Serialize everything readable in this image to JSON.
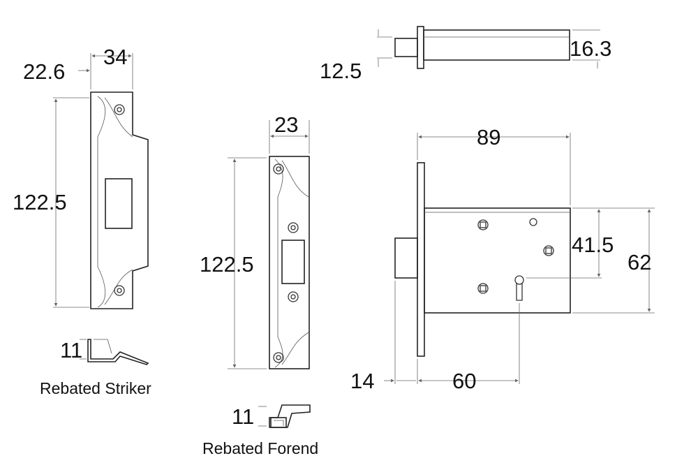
{
  "striker": {
    "width_dim": "34",
    "offset_dim": "22.6",
    "height_dim": "122.5",
    "rebate_dim": "11",
    "caption": "Rebated Striker"
  },
  "forend": {
    "width_dim": "23",
    "height_dim": "122.5",
    "rebate_dim": "11",
    "caption": "Rebated Forend"
  },
  "bolt": {
    "small_dim": "12.5",
    "large_dim": "16.3"
  },
  "lock_body": {
    "width_dim": "89",
    "inner_height_dim": "41.5",
    "height_dim": "62",
    "backset_dim": "60",
    "bolt_throw_dim": "14"
  }
}
